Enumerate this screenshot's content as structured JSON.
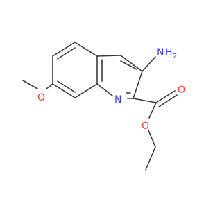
{
  "colors": {
    "bond": "#3b3b3b",
    "nitrogen": "#3a3aff",
    "oxygen": "#ff3c2c"
  },
  "atoms": {
    "amino_N": "N",
    "amino_H": "H",
    "amino_H2": "2",
    "ring_N": "N",
    "methoxy_O": "O",
    "carbonyl_O": "O",
    "ester_O": "O"
  }
}
